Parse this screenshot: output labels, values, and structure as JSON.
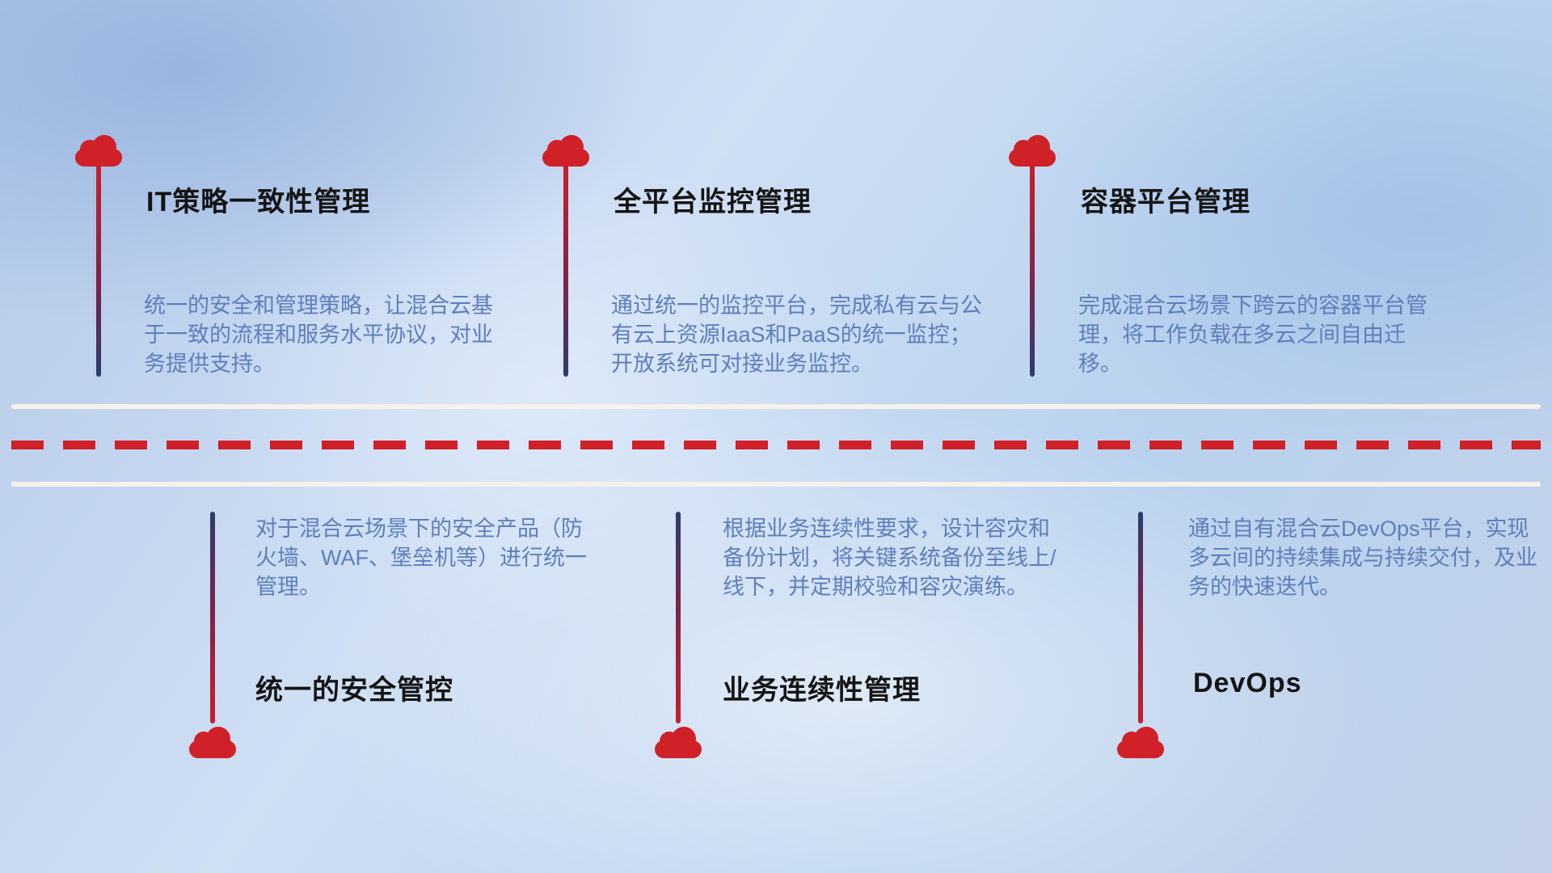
{
  "colors": {
    "cloud_red": "#d02028",
    "dash_red": "#d02028",
    "stem_navy": "#2b3c6e",
    "title": "#141414",
    "desc_text": "#5e7fbb",
    "road_line": "#f7f1ea"
  },
  "items": [
    {
      "id": "it-policy",
      "row": "top",
      "title": "IT策略一致性管理",
      "desc": "统一的安全和管理策略，让混合云基于一致的流程和服务水平协议，对业务提供支持。"
    },
    {
      "id": "monitoring",
      "row": "top",
      "title": "全平台监控管理",
      "desc": "通过统一的监控平台，完成私有云与公有云上资源IaaS和PaaS的统一监控；开放系统可对接业务监控。"
    },
    {
      "id": "container",
      "row": "top",
      "title": "容器平台管理",
      "desc": "完成混合云场景下跨云的容器平台管理，将工作负载在多云之间自由迁移。"
    },
    {
      "id": "security",
      "row": "bottom",
      "title": "统一的安全管控",
      "desc": "对于混合云场景下的安全产品（防火墙、WAF、堡垒机等）进行统一管理。"
    },
    {
      "id": "bcm",
      "row": "bottom",
      "title": "业务连续性管理",
      "desc": "根据业务连续性要求，设计容灾和备份计划，将关键系统备份至线上/线下，并定期校验和容灾演练。"
    },
    {
      "id": "devops",
      "row": "bottom",
      "title": "DevOps",
      "desc": "通过自有混合云DevOps平台，实现多云间的持续集成与持续交付，及业务的快速迭代。"
    }
  ]
}
